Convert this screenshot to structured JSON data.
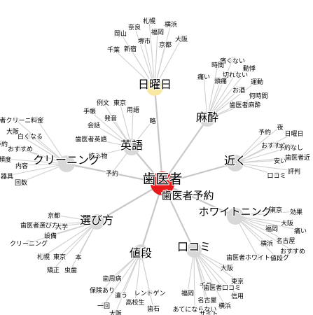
{
  "graph": {
    "root": {
      "label": "歯医者",
      "color": "#e8191a"
    },
    "hub_color": "#d8d8d8",
    "highlight_color": "#f9e7a4",
    "edge_color": "#c8c8c8",
    "hubs": [
      {
        "key": "nichiyoubi",
        "label": "日曜日",
        "highlight": true,
        "leaves": [
          "札幌",
          "横浜",
          "奈良",
          "福岡",
          "岡山",
          "堺市",
          "大阪",
          "京都",
          "千葉",
          "新宿"
        ]
      },
      {
        "key": "masui",
        "label": "麻酔",
        "leaves": [
          "痛くない",
          "時間",
          "動悸",
          "切れない",
          "痛い",
          "頭痛",
          "運動",
          "お酒",
          "何時間",
          "歯医者麻酔"
        ]
      },
      {
        "key": "eigo",
        "label": "英語",
        "leaves": [
          "例文",
          "東京",
          "手帳",
          "用語",
          "発音",
          "会話",
          "略",
          "歯医者英語",
          "読み物",
          "予約"
        ]
      },
      {
        "key": "cleaning",
        "label": "クリーニング",
        "leaves": [
          "歯医者クリーニング",
          "料金",
          "大阪",
          "白くなる",
          "予約",
          "おすすめ",
          "頻度",
          "内容",
          "器具",
          "回数"
        ]
      },
      {
        "key": "chikaku",
        "label": "近く",
        "leaves": [
          "夜",
          "予約",
          "日曜日",
          "おすすめ",
          "予約なし",
          "歯医者近",
          "安い",
          "評判",
          "口コミ"
        ]
      },
      {
        "key": "yoyaku",
        "label": "歯医者予約",
        "leaves": []
      },
      {
        "key": "whitening",
        "label": "ホワイトニング",
        "leaves": [
          "東京",
          "効果",
          "大阪",
          "福岡",
          "痛い",
          "横浜",
          "名古屋",
          "歯医者ホワイトニング",
          "値段",
          "おすすめ"
        ]
      },
      {
        "key": "erabikata",
        "label": "選び方",
        "leaves": [
          "京都",
          "歯医者選び方",
          "大学",
          "設備",
          "クリーニング",
          "札幌",
          "東京",
          "本",
          "矯正",
          "虫歯"
        ]
      },
      {
        "key": "nedan",
        "label": "値段",
        "leaves": [
          "歯周病",
          "保険あり",
          "違う",
          "レントゲン",
          "高校生",
          "一回",
          "歯石",
          "大阪"
        ]
      },
      {
        "key": "kuchikomi",
        "label": "口コミ",
        "leaves": [
          "大阪",
          "東京",
          "千葉",
          "歯医者口コミ",
          "福岡",
          "信用",
          "名古屋",
          "横浜",
          "あてにならない",
          "サイト"
        ]
      }
    ]
  }
}
